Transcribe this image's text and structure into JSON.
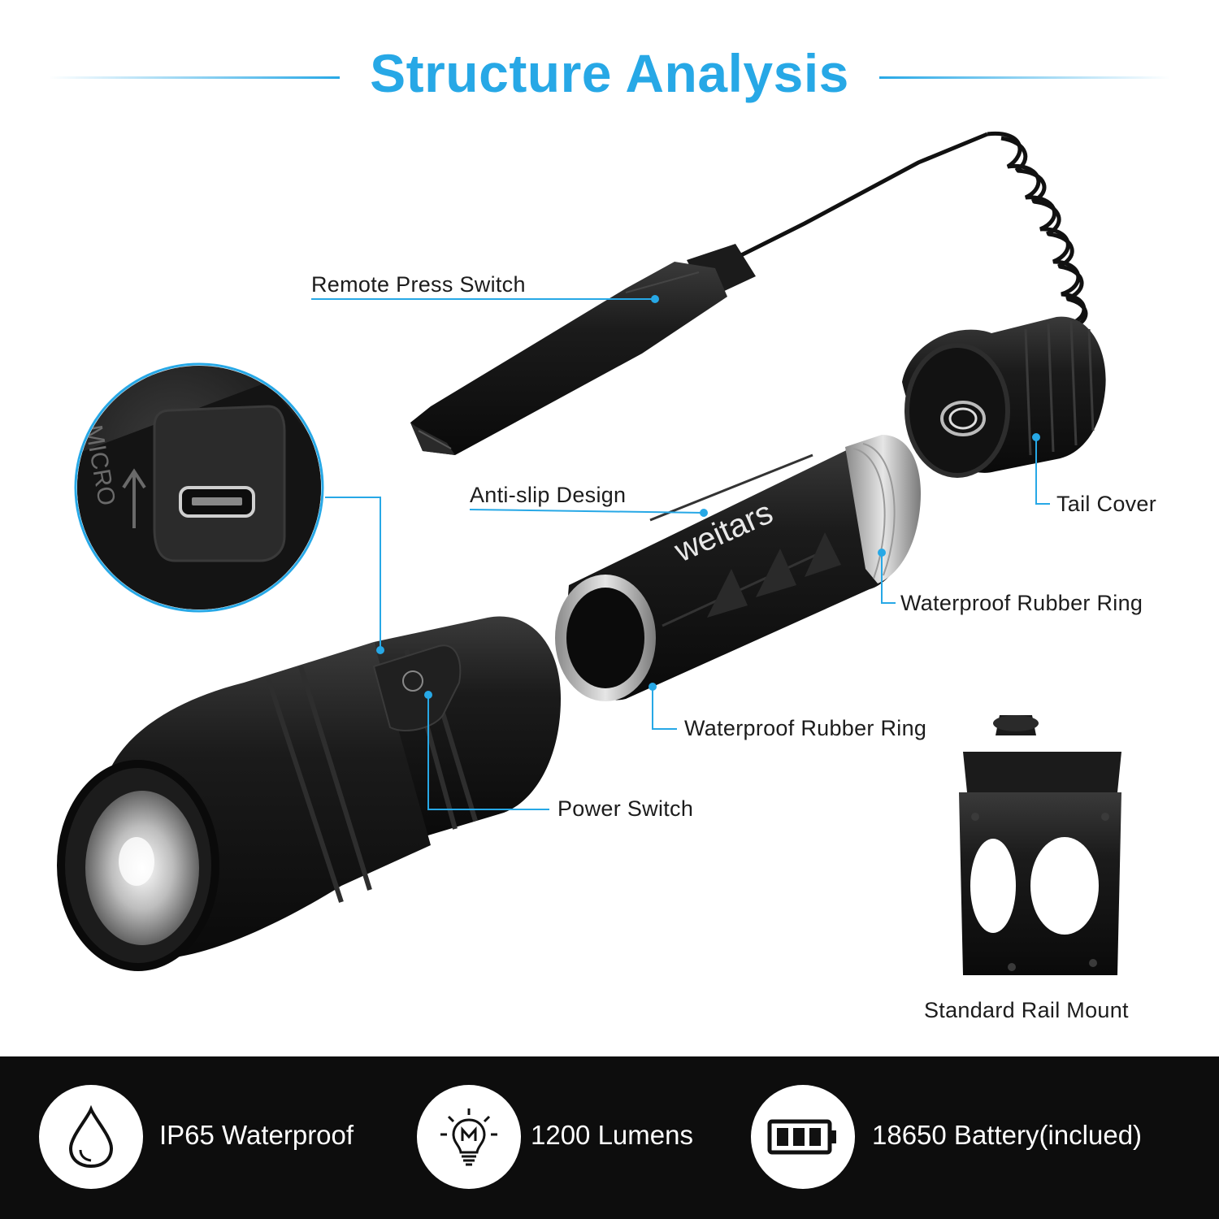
{
  "title": "Structure Analysis",
  "brand": "weitars",
  "callouts": {
    "remote_press_switch": "Remote Press Switch",
    "anti_slip_design": "Anti-slip Design",
    "tail_cover": "Tail Cover",
    "waterproof_ring_upper": "Waterproof Rubber Ring",
    "waterproof_ring_lower": "Waterproof Rubber Ring",
    "power_switch": "Power Switch",
    "rail_mount": "Standard Rail Mount"
  },
  "usb_port": {
    "text": "MICRO"
  },
  "features": [
    {
      "icon": "water-drop-icon",
      "label": "IP65 Waterproof"
    },
    {
      "icon": "light-bulb-icon",
      "label": "1200 Lumens"
    },
    {
      "icon": "battery-icon",
      "label": "18650 Battery(inclued)"
    }
  ],
  "colors": {
    "accent": "#27a8e6",
    "bottom_bar": "#0d0d0d",
    "product": "#1a1a1a"
  }
}
